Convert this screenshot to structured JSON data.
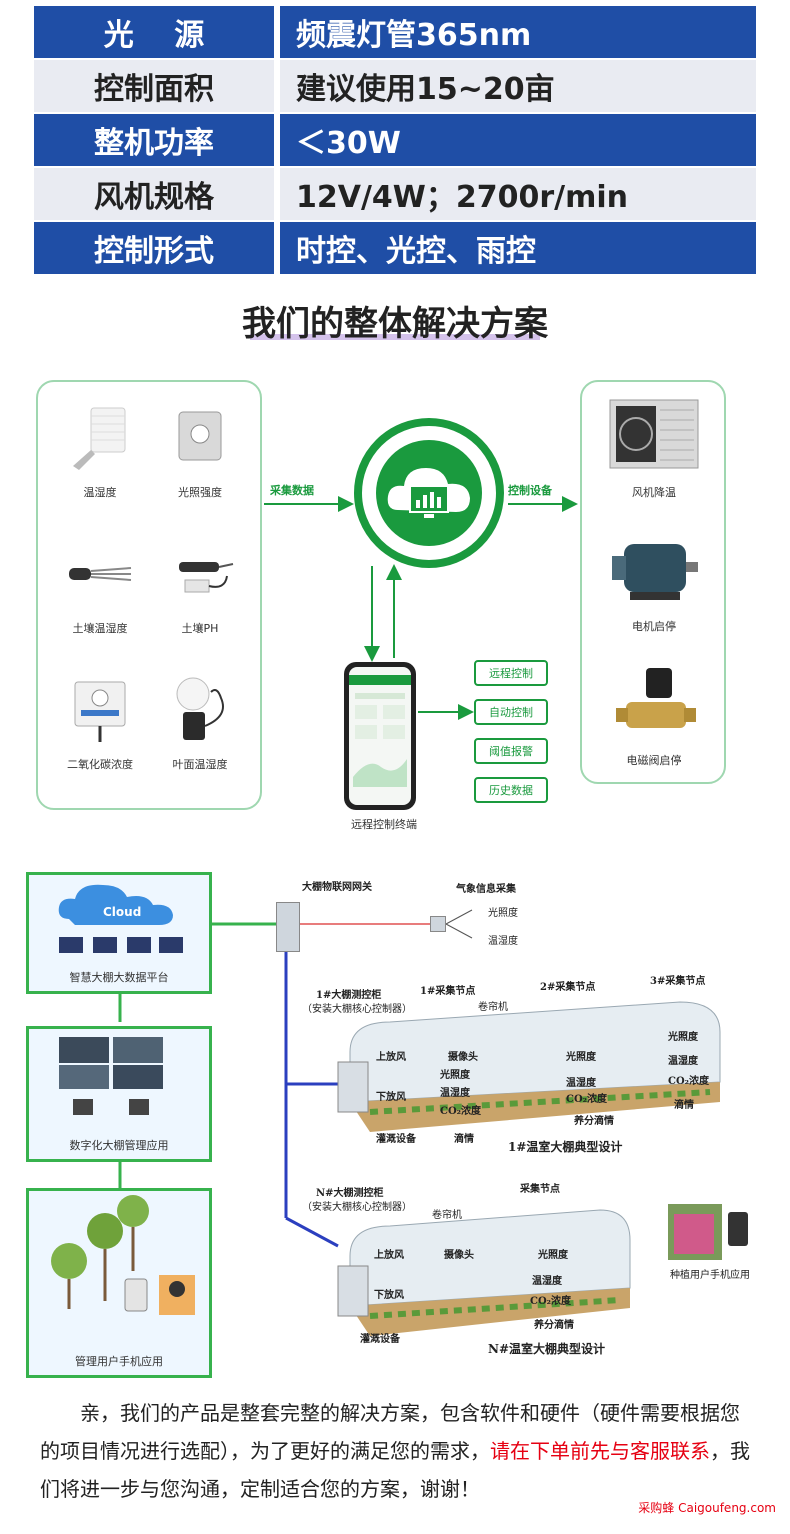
{
  "specs": [
    {
      "key": "光　 源",
      "value": "频震灯管365nm"
    },
    {
      "key": "控制面积",
      "value": "建议使用15~20亩"
    },
    {
      "key": "整机功率",
      "value": "＜30W"
    },
    {
      "key": "风机规格",
      "value": "12V/4W；2700r/min"
    },
    {
      "key": "控制形式",
      "value": "时控、光控、雨控"
    }
  ],
  "solution": {
    "title": "我们的整体解决方案",
    "sensors": [
      "温湿度",
      "光照强度",
      "土壤温湿度",
      "土壤PH",
      "二氧化碳浓度",
      "叶面温湿度"
    ],
    "collect_label": "采集数据",
    "control_label": "控制设备",
    "devices": [
      "风机降温",
      "电机启停",
      "电磁阀启停"
    ],
    "functions": [
      "远程控制",
      "自动控制",
      "阈值报警",
      "历史数据"
    ],
    "terminal_label": "远程控制终端"
  },
  "iot": {
    "cloud_word": "Cloud",
    "platform": "智慧大棚大数据平台",
    "management": "数字化大棚管理应用",
    "mobile_admin": "管理用户手机应用",
    "gateway": "大棚物联网网关",
    "weather": "气象信息采集",
    "light": "光照度",
    "temp_hum": "温湿度",
    "cabinet_1": "1#大棚测控柜",
    "cabinet_1_sub": "（安装大棚核心控制器）",
    "node_1": "1#采集节点",
    "node_2": "2#采集节点",
    "node_3": "3#采集节点",
    "roller": "卷帘机",
    "upper_vent": "上放风",
    "lower_vent": "下放风",
    "camera": "摄像头",
    "soil_temp": "温湿度",
    "co2": "CO₂浓度",
    "irrigation": "灌溉设备",
    "drip": "滴情",
    "nutrient": "养分滴情",
    "design_1": "1#温室大棚典型设计",
    "cabinet_n": "N#大棚测控柜",
    "cabinet_n_sub": "（安装大棚核心控制器）",
    "node_n": "采集节点",
    "design_n": "N#温室大棚典型设计",
    "grower_app": "种植用户手机应用"
  },
  "paragraph": {
    "part1": "亲，我们的产品是整套完整的解决方案，包含软件和硬件（硬件需要根据您的项目情况进行选配），为了更好的满足您的需求，",
    "red": "请在下单前先与客服联系",
    "part2": "，我们将进一步与您沟通，定制适合您的方案，谢谢！"
  },
  "watermark": "采购蜂 Caigoufeng.com"
}
